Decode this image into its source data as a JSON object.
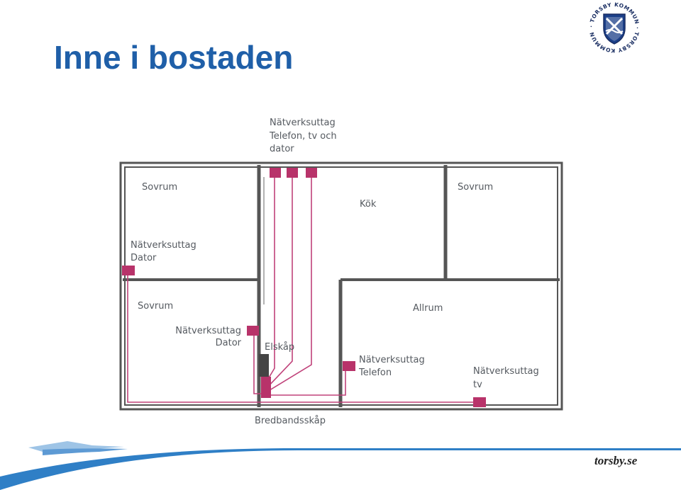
{
  "title": "Inne i bostaden",
  "logo": {
    "text": "· TORSBY KOMMUN · TORSBY KOMMUN"
  },
  "colors": {
    "accent": "#1f5fa8",
    "wall": "#555555",
    "outlet": "#b8336a",
    "cable": "#c0427a",
    "label": "#555a60"
  },
  "labels": {
    "top_outlets": [
      "Nätverksuttag",
      "Telefon, tv och",
      "dator"
    ],
    "room_sovrum_top": "Sovrum",
    "room_kok": "Kök",
    "room_sovrum_right": "Sovrum",
    "outlet_dator_top": [
      "Nätverksuttag",
      "Dator"
    ],
    "room_sovrum_bottom": "Sovrum",
    "outlet_dator_mid": [
      "Nätverksuttag",
      "Dator"
    ],
    "elskap": "Elskåp",
    "room_allrum": "Allrum",
    "outlet_telefon": [
      "Nätverksuttag",
      "Telefon"
    ],
    "outlet_tv": [
      "Nätverksuttag",
      "tv"
    ],
    "bredbandsskap": "Bredbandsskåp"
  },
  "footer": {
    "site": "torsby.se"
  }
}
